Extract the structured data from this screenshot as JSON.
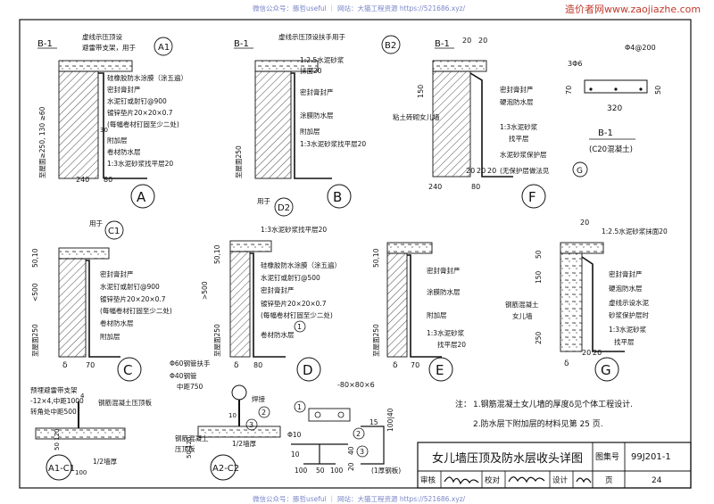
{
  "header": {
    "watermark_center": "微信公众号：豚哲useful ｜ 网站：大猫工程资源 https://521686.xyz/",
    "watermark_right": "造价者网www.zaojiazhe.com",
    "watermark_bottom": "微信公众号：豚哲useful ｜ 网站：大猫工程资源 https://521686.xyz/"
  },
  "details": {
    "A": {
      "letter": "A",
      "ref": "B-1",
      "callout": "A1",
      "labels": [
        "虚线示压顶设",
        "避雷带支架，用于",
        "硅橡胶防水涂膜（涂五遍）",
        "密封膏封严",
        "水泥钉或射钉@900",
        "镀锌垫片20×20×0.7",
        "(每幅卷材钉固至少二处)",
        "附加层",
        "卷材防水层",
        "1:3水泥砂浆找平层20"
      ],
      "dims": [
        "240",
        "80",
        "30",
        "至屋面≥250, 130 ≥60"
      ]
    },
    "B": {
      "letter": "B",
      "ref": "B-1",
      "callout": "B2",
      "labels": [
        "虚线示压顶设扶手用于",
        "1:2.5水泥砂浆",
        "抹面20",
        "密封膏封严",
        "涂膜防水层",
        "附加层",
        "1:3水泥砂浆找平层20"
      ],
      "dims": [
        "至屋面250"
      ]
    },
    "F": {
      "letter": "F",
      "ref": "B-1",
      "labels": [
        "密封膏封严",
        "硬泡防水层",
        "粘土砖砌女儿墙",
        "1:3水泥砂浆",
        "找平层",
        "水泥砂浆保护层",
        "(无保护层做法见",
        "G"
      ],
      "dims": [
        "20",
        "20",
        "150",
        "20",
        "20",
        "20",
        "240",
        "80"
      ]
    },
    "B1": {
      "ref": "B-1",
      "material": "(C20混凝土)",
      "labels": [
        "3Φ6",
        "Φ4@200"
      ],
      "dims": [
        "70",
        "50",
        "320"
      ]
    },
    "C": {
      "letter": "C",
      "callout": "C1",
      "used_for": "用于",
      "labels": [
        "密封膏封严",
        "水泥钉或射钉@900",
        "镀锌垫片20×20×0.7",
        "(每幅卷材钉固至少二处)",
        "卷材防水层",
        "附加层"
      ],
      "dims": [
        "50,10",
        "<500",
        "至屋面250",
        "δ",
        "70"
      ]
    },
    "D": {
      "letter": "D",
      "callout": "D2",
      "used_for": "用于",
      "labels": [
        "1:3水泥砂浆找平层20",
        "硅橡胶防水涂膜（涂五遍）",
        "水泥钉或射钉@500",
        "密封膏封严",
        "镀锌垫片20×20×0.7",
        "(每幅卷材钉固至少二处)",
        "卷材防水层",
        "1"
      ],
      "dims": [
        ">500",
        "50,10",
        "至屋面250",
        "δ",
        "80"
      ]
    },
    "E": {
      "letter": "E",
      "labels": [
        "密封膏封严",
        "涂膜防水层",
        "附加层",
        "1:3水泥砂浆",
        "找平层20"
      ],
      "dims": [
        "50,10",
        "至屋面250",
        "δ",
        "70"
      ]
    },
    "G": {
      "letter": "G",
      "labels": [
        "1:2.5水泥砂浆抹面20",
        "密封膏封严",
        "硬泡防水层",
        "虚线示设水泥",
        "砂浆保护层时",
        "1:3水泥砂浆",
        "找平层",
        "钢筋混凝土",
        "女儿墙"
      ],
      "dims": [
        "20",
        "50",
        "150",
        "250",
        "20",
        "20",
        "δ"
      ]
    },
    "A1C1": {
      "letter": "A1-C1",
      "labels": [
        "预埋避雷带支架",
        "-12×4,中距1000",
        "转角处中距500",
        "钢筋混凝土压顶板",
        "1/2墙厚"
      ],
      "dims": [
        "4",
        "50 120",
        "100"
      ]
    },
    "A2C2": {
      "letter": "A2-C2",
      "labels": [
        "Φ60钢管扶手",
        "Φ40钢管",
        "中距750",
        "焊接",
        "钢筋混凝土",
        "压顶板",
        "1/2墙厚",
        "2",
        "3"
      ],
      "dims": [
        "10",
        "50 120"
      ]
    },
    "steel": {
      "labels": [
        "-80×80×6",
        "(1厚钢板)",
        "1",
        "2",
        "3"
      ],
      "dims": [
        "Φ10",
        "10",
        "100",
        "50",
        "100",
        "100|40",
        "15",
        "20",
        "40"
      ]
    }
  },
  "notes": {
    "prefix": "注：",
    "items": [
      "1.钢筋混凝土女儿墙的厚度δ见个体工程设计.",
      "2.防水层下附加层的材料见第 25 页."
    ]
  },
  "title_block": {
    "title": "女儿墙压顶及防水层收头详图",
    "atlas_label": "图集号",
    "atlas_no": "99J201-1",
    "review_label": "审核",
    "check_label": "校对",
    "design_label": "设计",
    "page_label": "页",
    "page_no": "24"
  }
}
